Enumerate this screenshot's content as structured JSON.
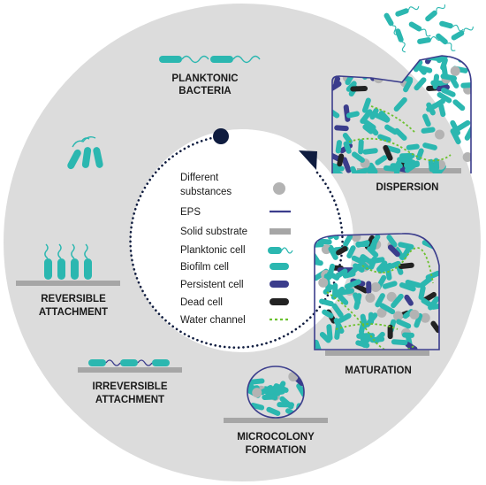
{
  "colors": {
    "ring": "#dcdcdc",
    "cell": "#2bb7b0",
    "persistent": "#3b3d8c",
    "dead": "#222222",
    "eps": "#3b3d8c",
    "substance": "#b3b3b3",
    "substrate": "#a6a6a6",
    "channel": "#6cc12f",
    "arrow": "#0f1c3f"
  },
  "stages": {
    "planktonic": {
      "line1": "PLANKTONIC",
      "line2": "BACTERIA"
    },
    "reversible": {
      "line1": "REVERSIBLE",
      "line2": "ATTACHMENT"
    },
    "irreversible": {
      "line1": "IRREVERSIBLE",
      "line2": "ATTACHMENT"
    },
    "microcolony": {
      "line1": "MICROCOLONY",
      "line2": "FORMATION"
    },
    "maturation": {
      "line1": "MATURATION"
    },
    "dispersion": {
      "line1": "DISPERSION"
    }
  },
  "legend": [
    {
      "label": "Different",
      "label2": "substances",
      "symbol": "substance-dot"
    },
    {
      "label": "EPS",
      "symbol": "eps-line"
    },
    {
      "label": "Solid substrate",
      "symbol": "substrate-bar"
    },
    {
      "label": "Planktonic cell",
      "symbol": "planktonic-cell"
    },
    {
      "label": "Biofilm cell",
      "symbol": "biofilm-cell"
    },
    {
      "label": "Persistent cell",
      "symbol": "persistent-cell"
    },
    {
      "label": "Dead cell",
      "symbol": "dead-cell"
    },
    {
      "label": "Water channel",
      "symbol": "water-channel"
    }
  ]
}
